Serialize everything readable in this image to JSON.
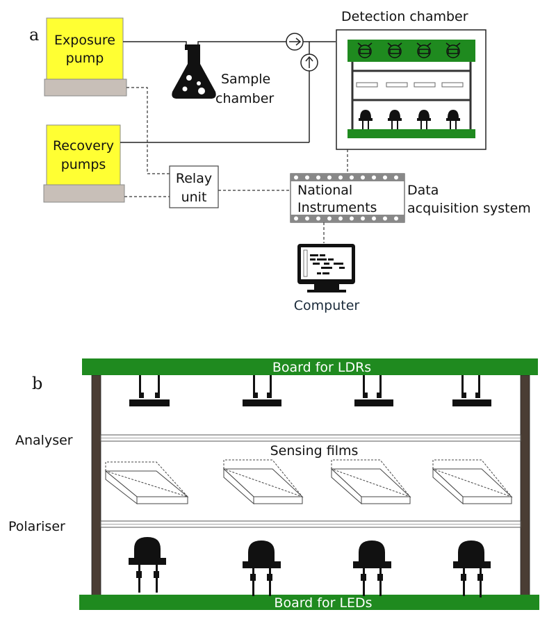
{
  "panel_a": {
    "panel_label": "a",
    "exposure_pump": [
      "Exposure",
      "pump"
    ],
    "recovery_pumps": [
      "Recovery",
      "pumps"
    ],
    "sample_chamber": [
      "Sample",
      "chamber"
    ],
    "detection_chamber": "Detection chamber",
    "relay_unit": [
      "Relay",
      "unit"
    ],
    "national_instruments": [
      "National",
      "Instruments"
    ],
    "daq_caption": [
      "Data",
      "acquisition system"
    ],
    "computer": "Computer"
  },
  "panel_b": {
    "panel_label": "b",
    "top_board": "Board for LDRs",
    "bottom_board": "Board for LEDs",
    "analyser": "Analyser",
    "polariser": "Polariser",
    "sensing_films": "Sensing films"
  },
  "colors": {
    "pump_yellow": "#ffff33",
    "pump_base": "#c8bfb8",
    "board_green": "#1f8a1f",
    "post_brown": "#4a3d34"
  }
}
